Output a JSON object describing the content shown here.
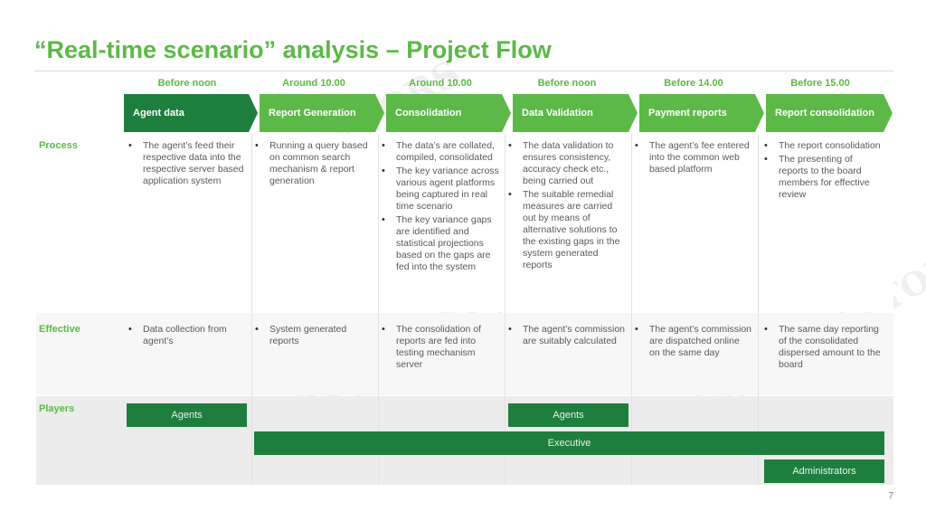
{
  "title": "“Real-time scenario” analysis – Project Flow",
  "watermark": "VISUAL SCULPTORS",
  "page_number": "7",
  "colors": {
    "accent": "#5cb947",
    "dark_green": "#1e7e3e"
  },
  "times": [
    "Before noon",
    "Around 10.00",
    "Around 10.00",
    "Before noon",
    "Before 14.00",
    "Before 15.00"
  ],
  "steps": [
    "Agent data",
    "Report Generation",
    "Consolidation",
    "Data Validation",
    "Payment reports",
    "Report consolidation"
  ],
  "row_labels": {
    "process": "Process",
    "effective": "Effective",
    "players": "Players"
  },
  "process": [
    [
      "The agent’s feed their respective data into the respective server based application system"
    ],
    [
      "Running a query based on common search mechanism & report generation"
    ],
    [
      "The data’s are collated, compiled, consolidated",
      "The key variance across various agent platforms being captured in real time scenario",
      "The key variance gaps are identified and statistical projections based on the gaps are fed into the system"
    ],
    [
      "The data validation to ensures consistency, accuracy check etc., being carried out",
      "The suitable remedial measures are carried out by means of alternative solutions to the existing gaps in the system generated reports"
    ],
    [
      "The agent’s fee entered into the common web based platform"
    ],
    [
      "The report consolidation",
      "The presenting of reports to the board members for effective review"
    ]
  ],
  "effective": [
    [
      "Data collection from agent’s"
    ],
    [
      "System generated reports"
    ],
    [
      "The consolidation of reports are fed into testing mechanism server"
    ],
    [
      "The agent’s commission are suitably calculated"
    ],
    [
      "The agent’s commission are dispatched online on the same day"
    ],
    [
      "The same day reporting of the consolidated dispersed amount to the board"
    ]
  ],
  "players": {
    "agents_1": "Agents",
    "agents_2": "Agents",
    "executive": "Executive",
    "administrators": "Administrators"
  }
}
